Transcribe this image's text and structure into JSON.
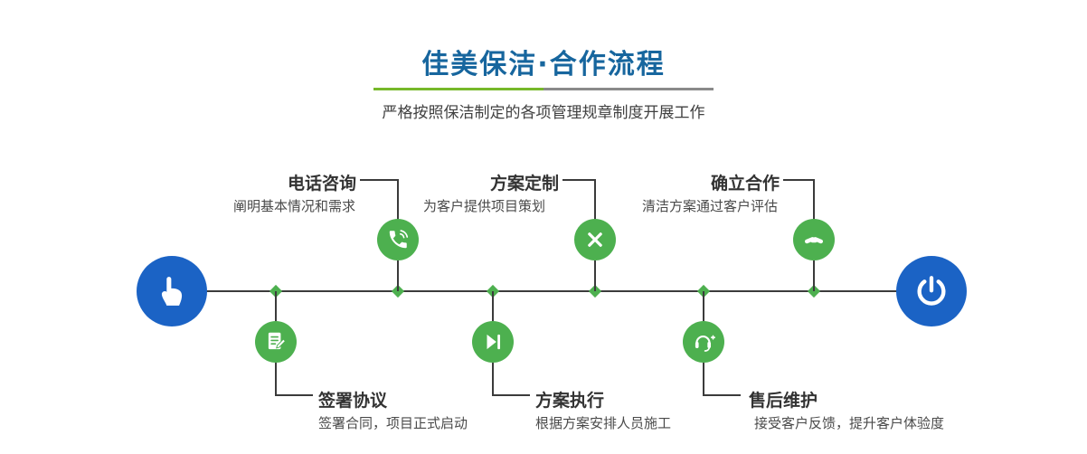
{
  "header": {
    "title": "佳美保洁·合作流程",
    "subtitle": "严格按照保洁制定的各项管理规章制度开展工作"
  },
  "timeline": {
    "start_icon": "hand-pointer-icon",
    "end_icon": "power-icon"
  },
  "steps": {
    "top": [
      {
        "title": "电话咨询",
        "desc": "阐明基本情况和需求",
        "icon": "phone-icon"
      },
      {
        "title": "方案定制",
        "desc": "为客户提供项目策划",
        "icon": "design-pen-icon"
      },
      {
        "title": "确立合作",
        "desc": "清洁方案通过客户评估",
        "icon": "handshake-icon"
      }
    ],
    "bottom": [
      {
        "title": "签署协议",
        "desc": "签署合同，项目正式启动",
        "icon": "contract-icon"
      },
      {
        "title": "方案执行",
        "desc": "根据方案安排人员施工",
        "icon": "execute-play-icon"
      },
      {
        "title": "售后维护",
        "desc": "接受客户反馈，提升客户体验度",
        "icon": "aftersales-headset-icon"
      }
    ]
  },
  "colors": {
    "title_blue": "#17669e",
    "accent_green": "#4db04f",
    "circle_blue": "#1b63c5",
    "line_dark": "#3b3b3b",
    "underline_green": "#76b82a",
    "underline_gray": "#8a8a8a"
  }
}
